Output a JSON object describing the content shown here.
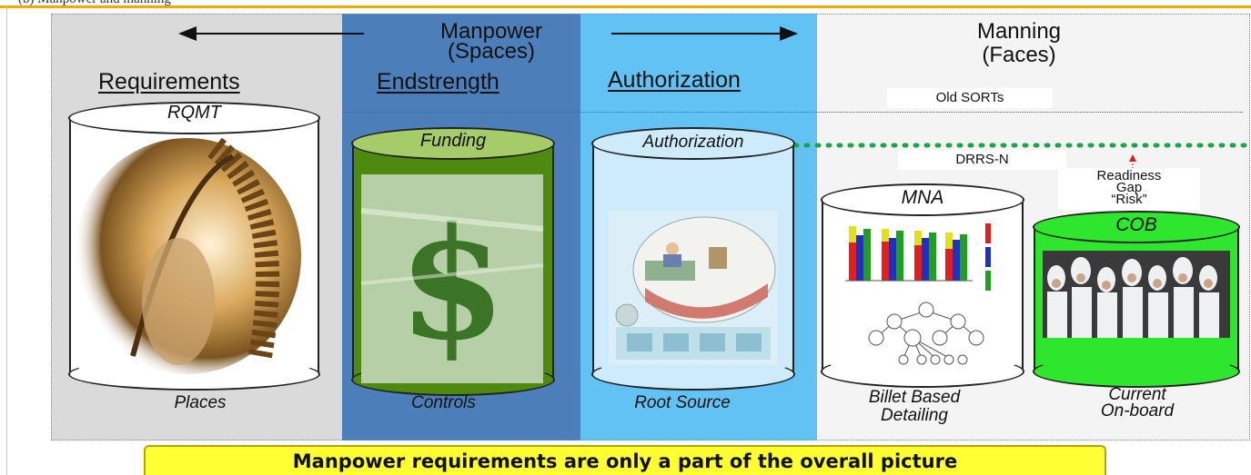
{
  "caption": "(b) Manpower and manning",
  "header": {
    "manpower": "Manpower",
    "manpower_sub": "(Spaces)",
    "manning": "Manning",
    "manning_sub": "(Faces)"
  },
  "columns": [
    {
      "title": "Requirements",
      "cylinder": "RQMT",
      "bottom": "Places"
    },
    {
      "title": "Endstrength",
      "cylinder": "Funding",
      "bottom": "Controls"
    },
    {
      "title": "Authorization",
      "cylinder": "Authorization",
      "bottom": "Root Source"
    }
  ],
  "manning": {
    "old_sorts": "Old SORTs",
    "drrs": "DRRS-N",
    "readiness_line1": "Readiness",
    "readiness_line2": "Gap",
    "readiness_line3": "“Risk”",
    "mna": "MNA",
    "cob": "COB",
    "mna_bottom_line1": "Billet Based",
    "mna_bottom_line2": "Detailing",
    "cob_bottom_line1": "Current",
    "cob_bottom_line2": "On-board"
  },
  "banner": "Manpower requirements are only a part of the overall picture",
  "colors": {
    "requirements_bg": "#dadada",
    "endstrength_bg": "#4c7fb9",
    "authorization_bg": "#62c2f3",
    "manning_bg": "#f4f4f4",
    "funding_cylinder": "#4e8a10",
    "cob_cylinder": "#2fe62f",
    "banner": "#ffff33",
    "dotted_line": "#1aa84a"
  },
  "icons": [
    "gear-image",
    "dollar-image",
    "office-image",
    "bar-chart-image",
    "org-tree-image",
    "sailors-image"
  ]
}
